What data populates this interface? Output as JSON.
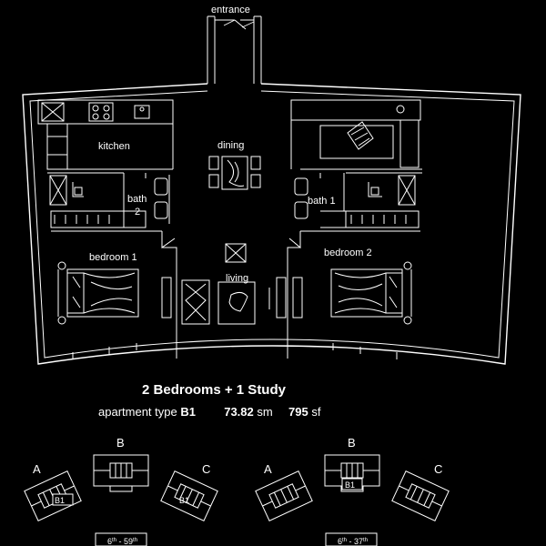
{
  "rooms": {
    "entrance": "entrance",
    "kitchen": "kitchen",
    "dining": "dining",
    "bath2_a": "bath",
    "bath2_b": "2",
    "bath1": "bath 1",
    "bedroom1": "bedroom 1",
    "bedroom2": "bedroom 2",
    "living": "living"
  },
  "title": "2 Bedrooms + 1 Study",
  "subtitle": {
    "prefix": "apartment  type",
    "type": "B1",
    "area_sm": "73.82",
    "unit_sm": "sm",
    "area_sf": "795",
    "unit_sf": "sf"
  },
  "keyplans": [
    {
      "wing_a": "A",
      "wing_b": "B",
      "wing_c": "C",
      "unit": "B1",
      "floors_from": "6",
      "floors_from_sup": "th",
      "floors_to": "59",
      "floors_to_sup": "th"
    },
    {
      "wing_a": "A",
      "wing_b": "B",
      "wing_c": "C",
      "unit": "B1",
      "floors_from": "6",
      "floors_from_sup": "th",
      "floors_to": "37",
      "floors_to_sup": "th"
    }
  ],
  "colors": {
    "background": "#000000",
    "lines": "#ffffff"
  }
}
